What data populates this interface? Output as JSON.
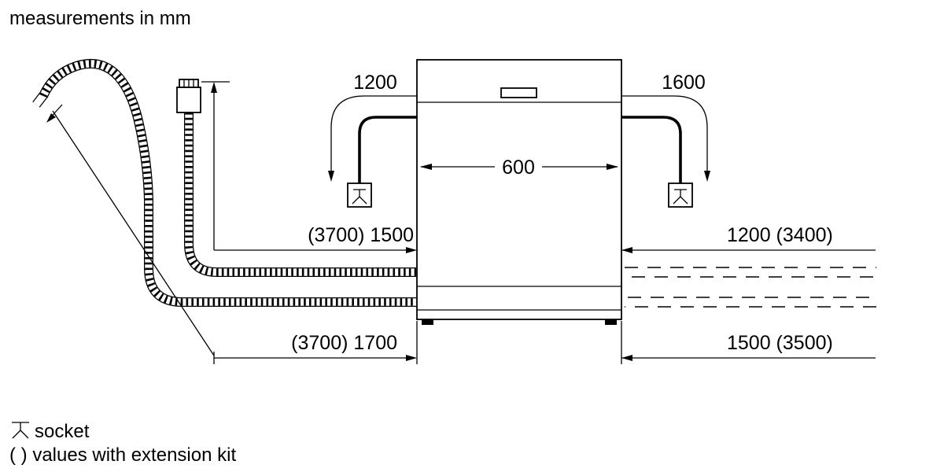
{
  "title": "measurements in mm",
  "colors": {
    "ink": "#000000",
    "background": "#ffffff"
  },
  "icons": {
    "socket": "socket-icon"
  },
  "diagram": {
    "dimensions": {
      "cord_left": "1200",
      "cord_right": "1600",
      "width": "600",
      "supply_hose": "(3700) 1500",
      "right_top": "1200 (3400)",
      "drain_hose": "(3700) 1700",
      "right_bottom": "1500 (3500)"
    }
  },
  "legend": {
    "socket": "socket",
    "extension": "( ) values with extension kit"
  }
}
